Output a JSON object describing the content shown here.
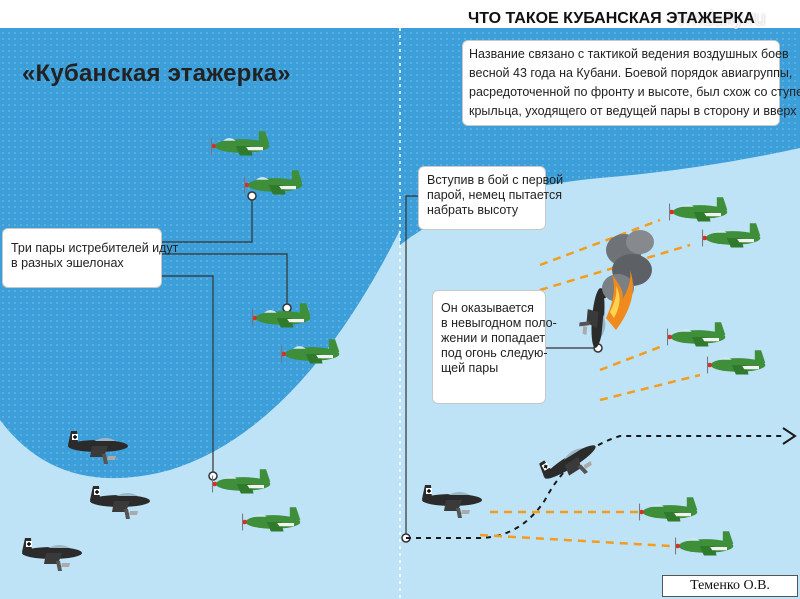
{
  "title": "«Кубанская этажерка»",
  "info": {
    "heading": "ЧТО ТАКОЕ КУБАНСКАЯ ЭТАЖЕРКА",
    "lines": [
      "Название связано с тактикой ведения воздушных боев",
      "весной 43 года на Кубани. Боевой порядок авиагруппы,",
      "расредоточенной по фронту и высоте, был схож со ступеньками",
      "крыльца, уходящего от ведущей пары в сторону и вверх"
    ]
  },
  "watermark": "vmdaily.ru",
  "callouts": {
    "three_pairs": [
      "Три пары истребителей идут",
      "в разных эшелонах"
    ],
    "enemy_climbs": [
      "Вступив в бой с первой",
      "парой, немец пытается",
      "набрать высоту"
    ],
    "disadvantage": [
      "Он оказывается",
      "в невыгодном поло-",
      "жении и попадает",
      "под огонь следую-",
      "щей пары"
    ]
  },
  "credit": "Теменко О.В.",
  "colors": {
    "sky_dark": "#3d9fd9",
    "sky_light": "#bfe3f6",
    "fighter_green": "#3f8f3a",
    "enemy_dark": "#2b2b2b",
    "fire_orange": "#f08a1c",
    "tracer": "#f39c1e"
  }
}
